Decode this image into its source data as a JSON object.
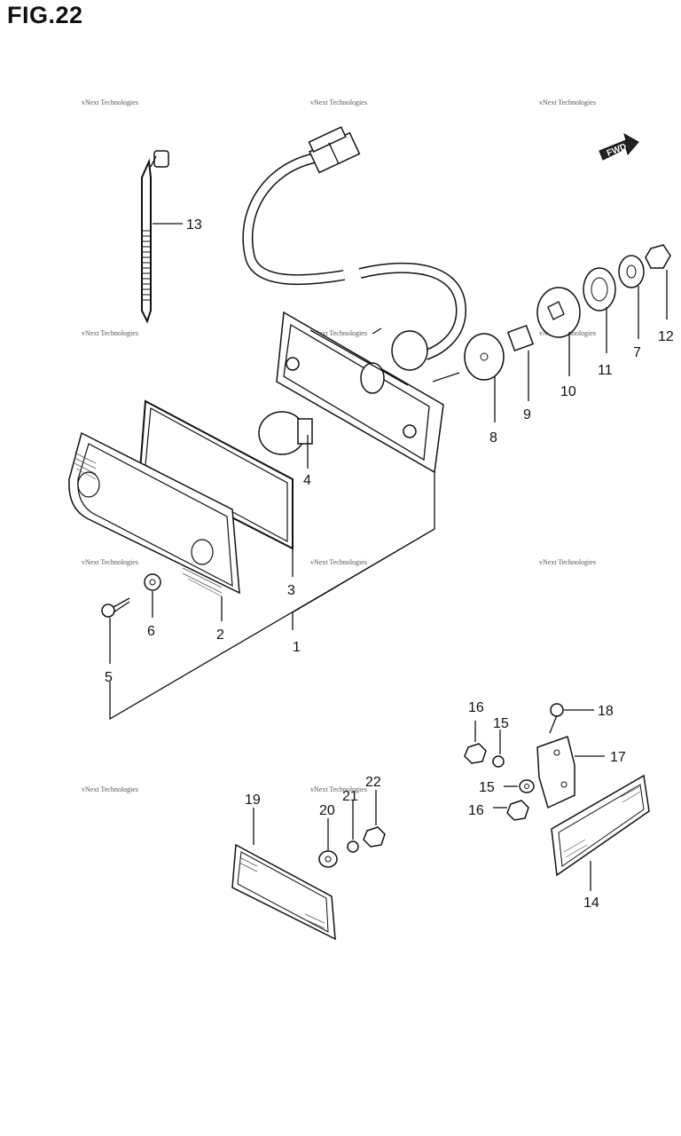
{
  "figure": {
    "title": "FIG.22"
  },
  "watermark": {
    "text": "vNext Technologies"
  },
  "fwd_marker": {
    "text": "FWD"
  },
  "parts": [
    {
      "id": "label-13",
      "text": "13"
    },
    {
      "id": "label-12",
      "text": "12"
    },
    {
      "id": "label-7",
      "text": "7"
    },
    {
      "id": "label-11",
      "text": "11"
    },
    {
      "id": "label-10",
      "text": "10"
    },
    {
      "id": "label-9",
      "text": "9"
    },
    {
      "id": "label-8",
      "text": "8"
    },
    {
      "id": "label-4",
      "text": "4"
    },
    {
      "id": "label-3",
      "text": "3"
    },
    {
      "id": "label-2",
      "text": "2"
    },
    {
      "id": "label-6",
      "text": "6"
    },
    {
      "id": "label-1",
      "text": "1"
    },
    {
      "id": "label-5",
      "text": "5"
    },
    {
      "id": "label-16a",
      "text": "16"
    },
    {
      "id": "label-15a",
      "text": "15"
    },
    {
      "id": "label-18",
      "text": "18"
    },
    {
      "id": "label-17",
      "text": "17"
    },
    {
      "id": "label-15b",
      "text": "15"
    },
    {
      "id": "label-16b",
      "text": "16"
    },
    {
      "id": "label-22",
      "text": "22"
    },
    {
      "id": "label-21",
      "text": "21"
    },
    {
      "id": "label-20",
      "text": "20"
    },
    {
      "id": "label-19",
      "text": "19"
    },
    {
      "id": "label-14",
      "text": "14"
    }
  ]
}
